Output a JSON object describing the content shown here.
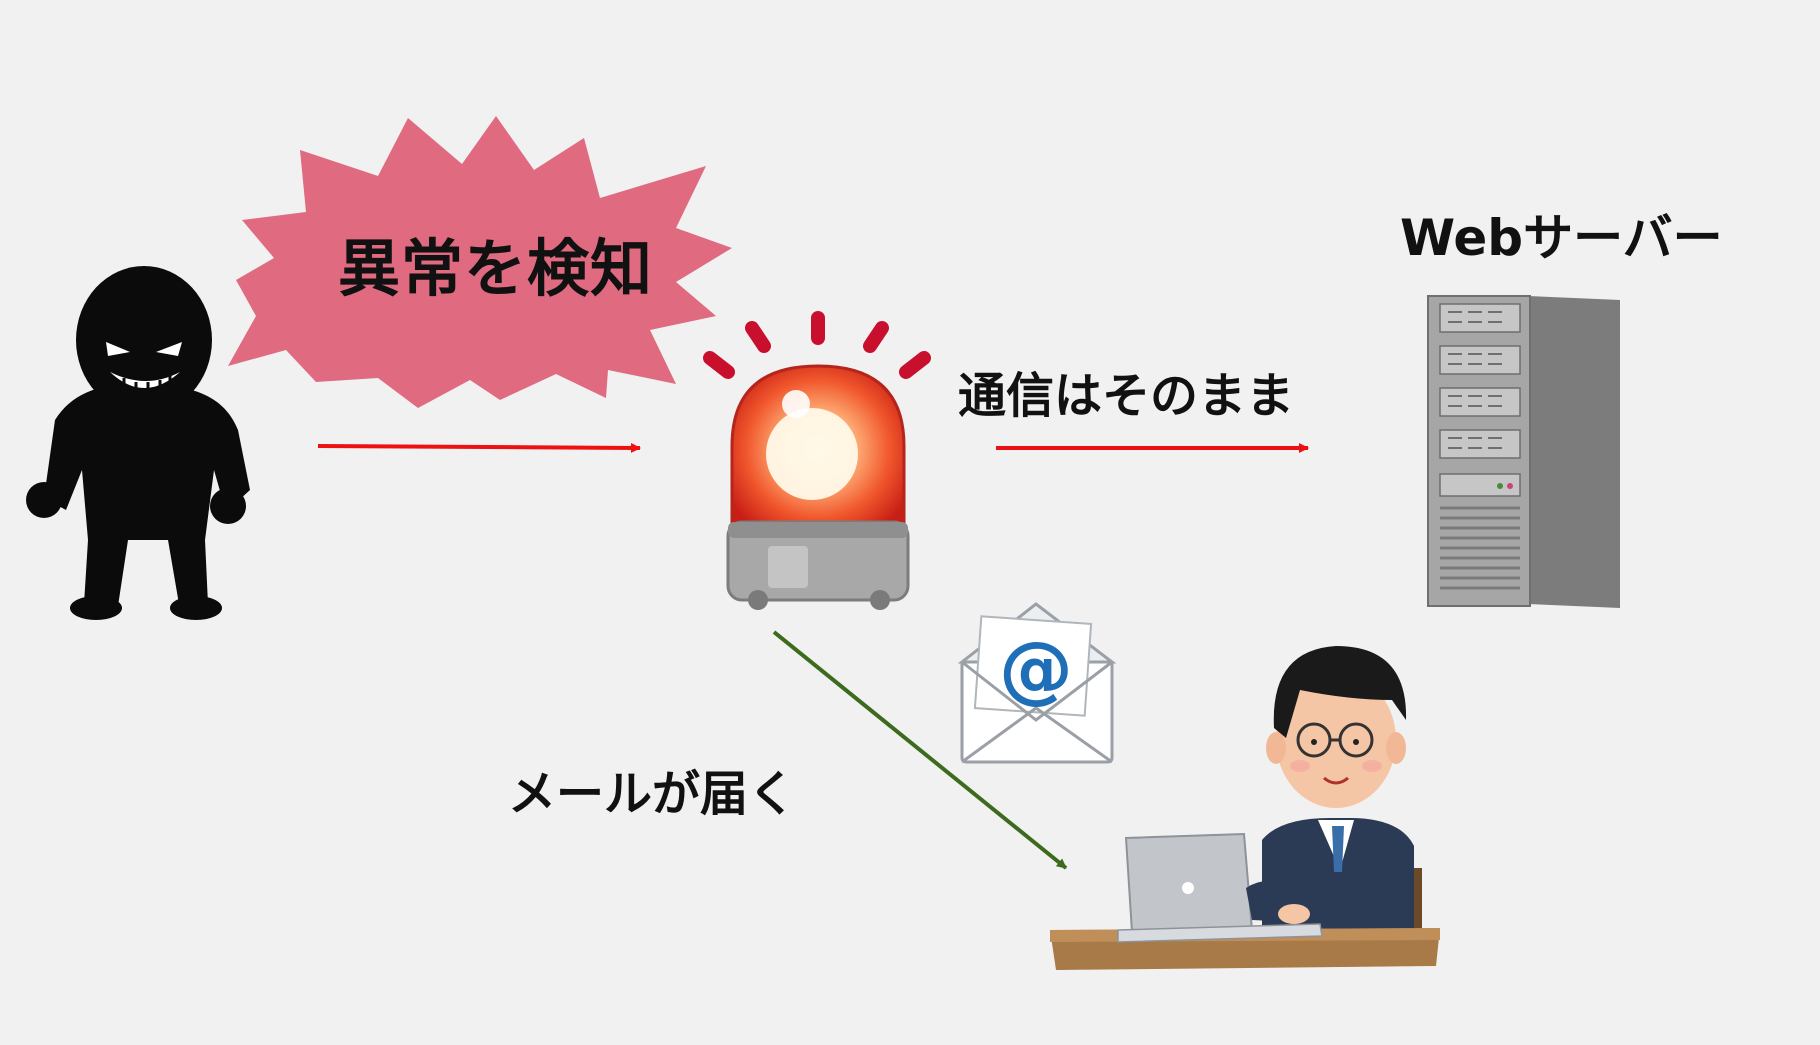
{
  "labels": {
    "detect": "異常を検知",
    "server": "Webサーバー",
    "passthrough": "通信はそのまま",
    "mail": "メールが届く"
  },
  "colors": {
    "background": "#f1f1f1",
    "burst": "#e06a80",
    "arrow_red": "#ee1111",
    "arrow_green": "#3c6b1e",
    "alarm_red": "#e2321e",
    "alarm_base": "#a8a8a8",
    "server_gray": "#8e8e8e",
    "suit_navy": "#2b3a55",
    "mail_blue": "#1f6fb8",
    "desk_brown": "#a77a47"
  },
  "icons": {
    "attacker": "attacker-silhouette-icon",
    "alarm": "alarm-light-icon",
    "server": "server-tower-icon",
    "mail": "email-envelope-icon",
    "admin": "admin-at-laptop-icon"
  }
}
